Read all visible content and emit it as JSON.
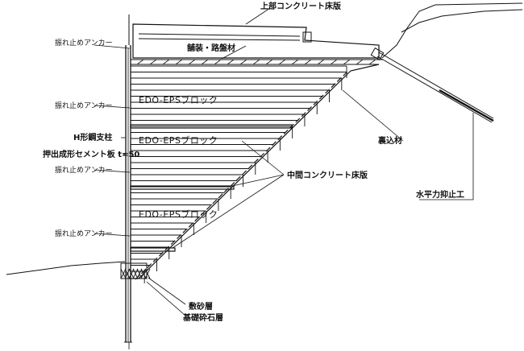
{
  "labels": {
    "top_slab": "上部コンクリート床版",
    "pavement": "舗装・路盤材",
    "anchor_1": "振れ止めアンカー",
    "anchor_2": "振れ止めアンカー",
    "anchor_3": "振れ止めアンカー",
    "anchor_4": "振れ止めアンカー",
    "block_1": "EDO-EPSブロック",
    "block_2": "EDO-EPSブロック",
    "block_3": "EDO-EPSブロック",
    "h_column": "H形鋼支柱",
    "cement_plate": "押出成形セメント板 t=50",
    "backfill": "裏込材",
    "mid_slab": "中間コンクリート床版",
    "horizontal_stop": "水平力抑止工",
    "sand_layer": "敷砂層",
    "gravel_layer": "基礎砕石層"
  },
  "colors": {
    "line": "#111111",
    "background": "#ffffff",
    "hatch": "#222222"
  }
}
